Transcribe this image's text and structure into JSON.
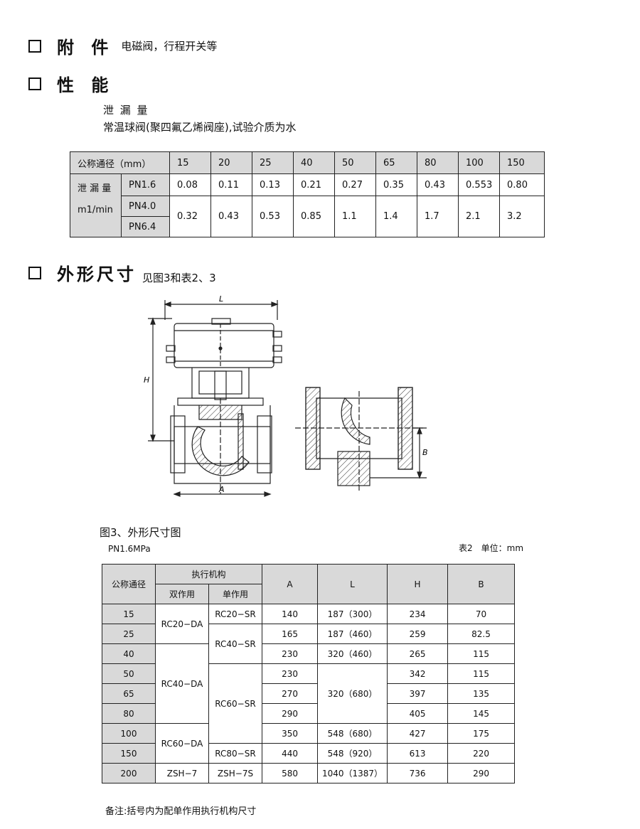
{
  "sections": {
    "accessories": {
      "title": "附 件",
      "text": "电磁阀，行程开关等"
    },
    "performance": {
      "title": "性 能",
      "leak_title": "泄 漏 量",
      "leak_desc": "常温球阀(聚四氟乙烯阀座),试验介质为水"
    },
    "dimensions": {
      "title": "外形尺寸",
      "text": "见图3和表2、3"
    }
  },
  "leak_table": {
    "header_label": "公称通径（mm）",
    "sizes": [
      "15",
      "20",
      "25",
      "40",
      "50",
      "65",
      "80",
      "100",
      "150"
    ],
    "row_label_1": "泄 漏 量",
    "row_label_2": "m1/min",
    "pn16": "PN1.6",
    "pn40": "PN4.0",
    "pn64": "PN6.4",
    "pn16_values": [
      "0.08",
      "0.11",
      "0.13",
      "0.21",
      "0.27",
      "0.35",
      "0.43",
      "0.553",
      "0.80"
    ],
    "pn40_64_values": [
      "0.32",
      "0.43",
      "0.53",
      "0.85",
      "1.1",
      "1.4",
      "1.7",
      "2.1",
      "3.2"
    ]
  },
  "figure": {
    "caption": "图3、外形尺寸图",
    "labels": {
      "L": "L",
      "H": "H",
      "A": "A",
      "B": "B"
    }
  },
  "dim_table": {
    "pressure": "PN1.6MPa",
    "table_ref": "表2　单位：mm",
    "h_dn": "公称通径",
    "h_actuator": "执行机构",
    "h_double": "双作用",
    "h_single": "单作用",
    "h_A": "A",
    "h_L": "L",
    "h_H": "H",
    "h_B": "B",
    "dn": [
      "15",
      "25",
      "40",
      "50",
      "65",
      "80",
      "100",
      "150",
      "200"
    ],
    "double": [
      "RC20−DA",
      "RC40−DA",
      "RC60−DA",
      "ZSH−7"
    ],
    "single": [
      "RC20−SR",
      "RC40−SR",
      "RC60−SR",
      "RC80−SR",
      "ZSH−7S"
    ],
    "A": [
      "140",
      "165",
      "230",
      "230",
      "270",
      "290",
      "350",
      "440",
      "580"
    ],
    "L": [
      "187（300）",
      "187（460）",
      "320（460）",
      "320（680）",
      "548（680）",
      "548（920）",
      "1040（1387）"
    ],
    "H": [
      "234",
      "259",
      "265",
      "342",
      "397",
      "405",
      "427",
      "613",
      "736"
    ],
    "B": [
      "70",
      "82.5",
      "115",
      "115",
      "135",
      "145",
      "175",
      "220",
      "290"
    ]
  },
  "note": "备注:括号内为配单作用执行机构尺寸"
}
